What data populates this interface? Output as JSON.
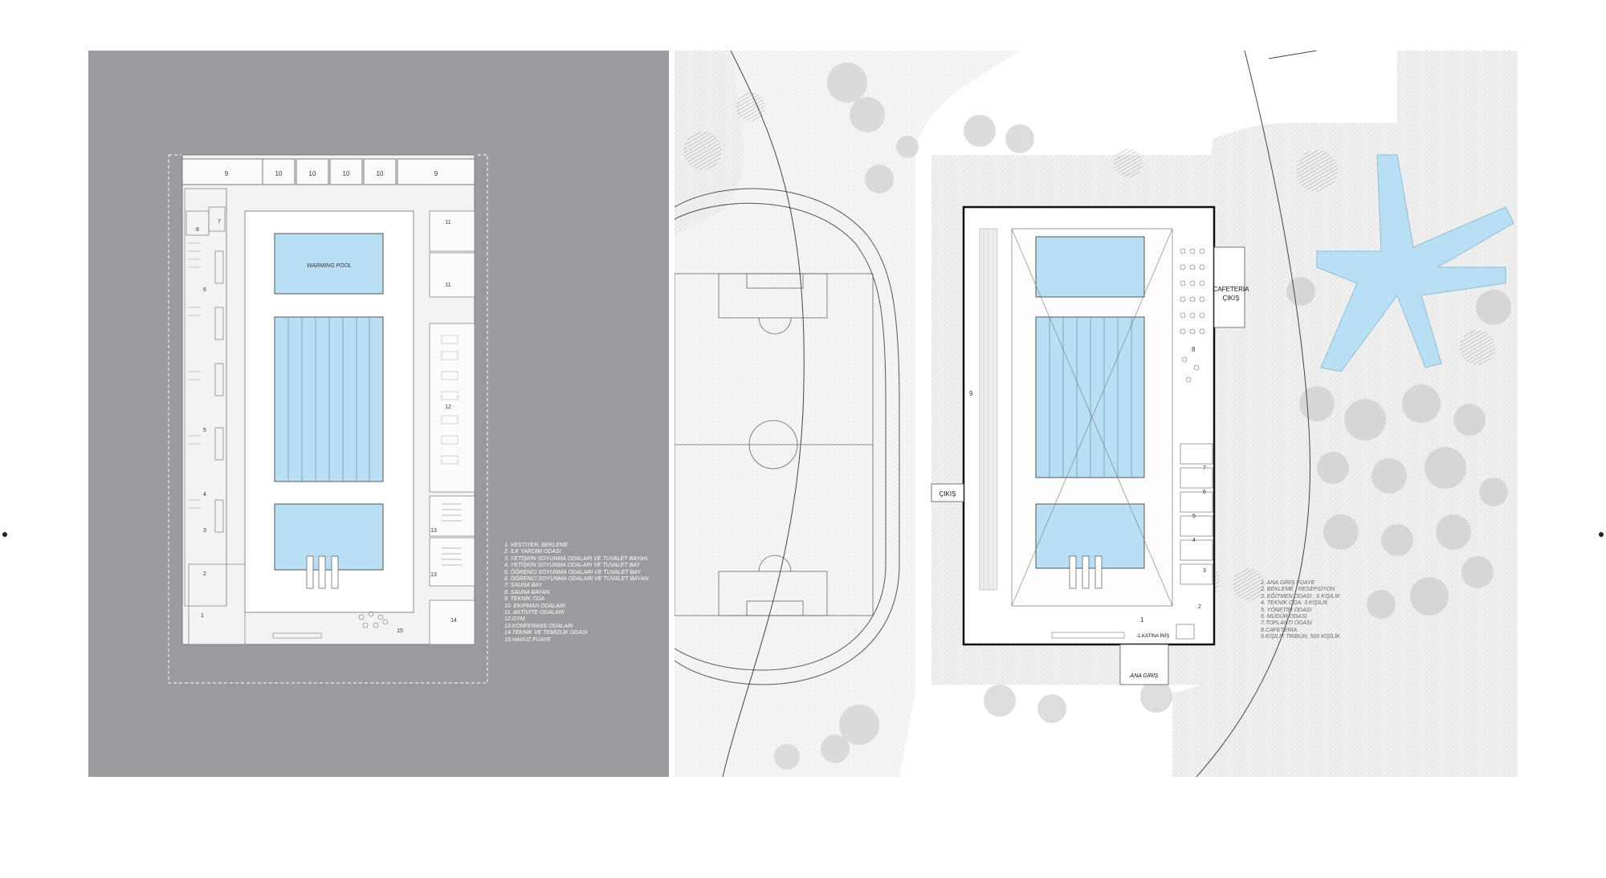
{
  "left_plan": {
    "rooms": {
      "r9a": "9",
      "r10a": "10",
      "r10b": "10",
      "r10c": "10",
      "r10d": "10",
      "r9b": "9",
      "r11a": "11",
      "r11b": "11",
      "r12": "12",
      "r13a": "13",
      "r13b": "13",
      "r14": "14",
      "r15": "15",
      "r1": "1",
      "r2": "2",
      "r3": "3",
      "r4": "4",
      "r5": "5",
      "r6": "6",
      "r7": "7",
      "r8": "8"
    },
    "warming_pool_label": "WARMING POOL",
    "legend": [
      "1. VESTIYER, BEKLEME",
      "2. İLK YARDIM ODASI",
      "3. YETİŞKİN SOYUNMA ODALARI VE TUVALET BAYAN",
      "4. YETİŞKİN SOYUNMA ODALARI VE TUVALET BAY",
      "5. ÖĞRENCİ SOYUNMA ODALARI VE TUVALET BAY",
      "6. ÖĞRENCİ SOYUNMA ODALARI VE TUVALET BAYAN",
      "7. SAUNA BAY",
      "8. SAUNA BAYAN",
      "9. TEKNİK ODA",
      "10. EKİPMAN ODALARI",
      "11. AKTİVİTE ODALARI",
      "12.GYM",
      "13.KONFERANS ODALARI",
      "14.TEKNİK VE TEMİZLİK ODASI",
      "15.HAVUZ FUAYE"
    ]
  },
  "right_plan": {
    "labels": {
      "cafeteria": "CAFETERIA",
      "cikis_cafe": "ÇIKIŞ",
      "cikis_left": "ÇIKIŞ",
      "ana_giris": "ANA GİRİŞ",
      "kat_inis": "-1.KATINA İNİŞ"
    },
    "rooms": {
      "r9": "9",
      "r8": "8",
      "r1": "1",
      "r2": "2",
      "r3": "3",
      "r4": "4",
      "r5": "5",
      "r6": "6",
      "r7": "7"
    },
    "legend": [
      "1. ANA GİRİŞ FUAYE",
      "2. BEKLEME , RESEPSİYON",
      "3. EĞİTMEN ODASI : 6 KİŞİLİK",
      "4. TEKNİK ODA: 3 KİŞİLİK",
      "5. YÖNETİM ODASI",
      "6. MÜDÜR ODASI",
      "7.TOPLANTI ODASI",
      "8.CAFETERİA",
      "9.KİŞİLİK TRİBÜN, 500 KİŞİLİK"
    ]
  },
  "colors": {
    "panel_gray": "#999b9e",
    "pool_blue": "#b9dff4",
    "line_dark": "#555555",
    "ground_gray": "#e6e6e6"
  }
}
